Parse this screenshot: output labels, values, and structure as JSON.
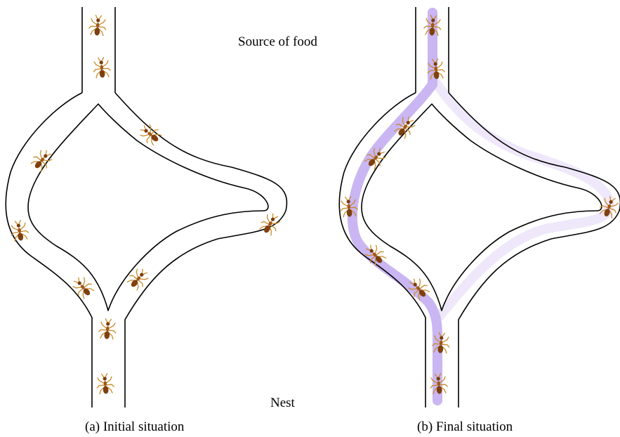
{
  "labels": {
    "food": "Source of food",
    "nest": "Nest"
  },
  "captions": {
    "a": "(a) Initial situation",
    "b": "(b) Final situation"
  },
  "colors": {
    "wall": "#000000",
    "ant_body": "#8a4a10",
    "ant_legs": "#c98a2a",
    "trail_strong": "#c9b6f2",
    "trail_faint": "#f0ebfb"
  },
  "icons": {
    "ant": "ant-icon"
  },
  "panels": [
    {
      "id": "initial",
      "ants_on_left_branch": 3,
      "ants_on_right_branch": 3,
      "ants_on_stem": 4
    },
    {
      "id": "final",
      "ants_on_left_branch": 5,
      "ants_on_right_branch": 1,
      "ants_on_stem": 4,
      "trail_branch": "left"
    }
  ]
}
